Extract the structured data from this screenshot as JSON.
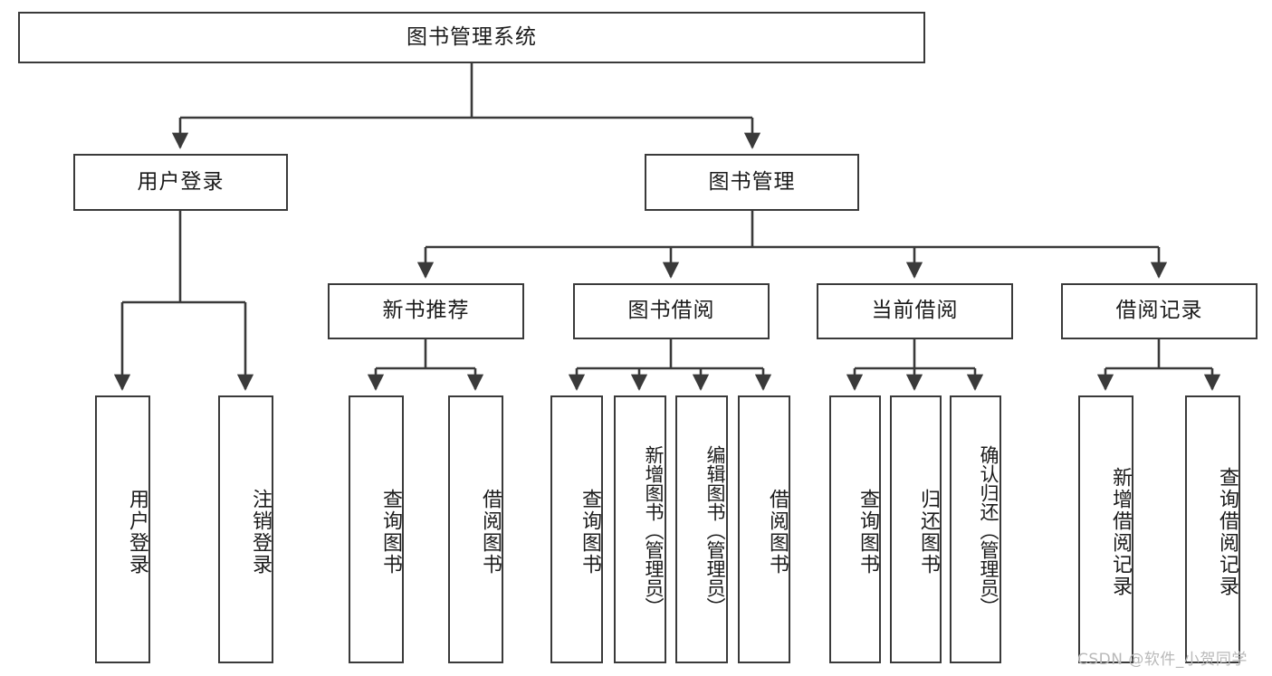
{
  "diagram": {
    "type": "tree-hierarchy",
    "title_node": {
      "label": "图书管理系统"
    },
    "level2": [
      {
        "id": "user-login",
        "label": "用户登录"
      },
      {
        "id": "book-management",
        "label": "图书管理"
      }
    ],
    "level3": [
      {
        "id": "new-book-recommend",
        "label": "新书推荐",
        "parent": "book-management"
      },
      {
        "id": "book-borrow",
        "label": "图书借阅",
        "parent": "book-management"
      },
      {
        "id": "current-borrow",
        "label": "当前借阅",
        "parent": "book-management"
      },
      {
        "id": "borrow-record",
        "label": "借阅记录",
        "parent": "book-management"
      }
    ],
    "leaves": [
      {
        "id": "leaf-user-login",
        "label": "用户登录",
        "parent": "user-login"
      },
      {
        "id": "leaf-logout",
        "label": "注销登录",
        "parent": "user-login"
      },
      {
        "id": "leaf-query-book-1",
        "label": "查询图书",
        "parent": "new-book-recommend"
      },
      {
        "id": "leaf-borrow-book-1",
        "label": "借阅图书",
        "parent": "new-book-recommend"
      },
      {
        "id": "leaf-query-book-2",
        "label": "查询图书",
        "parent": "book-borrow"
      },
      {
        "id": "leaf-add-book",
        "label": "新增图书（管理员）",
        "parent": "book-borrow"
      },
      {
        "id": "leaf-edit-book",
        "label": "编辑图书（管理员）",
        "parent": "book-borrow"
      },
      {
        "id": "leaf-borrow-book-2",
        "label": "借阅图书",
        "parent": "book-borrow"
      },
      {
        "id": "leaf-query-book-3",
        "label": "查询图书",
        "parent": "current-borrow"
      },
      {
        "id": "leaf-return-book",
        "label": "归还图书",
        "parent": "current-borrow"
      },
      {
        "id": "leaf-confirm-return",
        "label": "确认归还（管理员）",
        "parent": "current-borrow"
      },
      {
        "id": "leaf-add-record",
        "label": "新增借阅记录",
        "parent": "borrow-record"
      },
      {
        "id": "leaf-query-record",
        "label": "查询借阅记录",
        "parent": "borrow-record"
      }
    ]
  },
  "watermark": {
    "text": "CSDN @软件_小贺同学"
  },
  "colors": {
    "stroke": "#3a3a3a",
    "background": "#ffffff",
    "text": "#1b1b1b",
    "watermark": "#b9b9b9"
  }
}
